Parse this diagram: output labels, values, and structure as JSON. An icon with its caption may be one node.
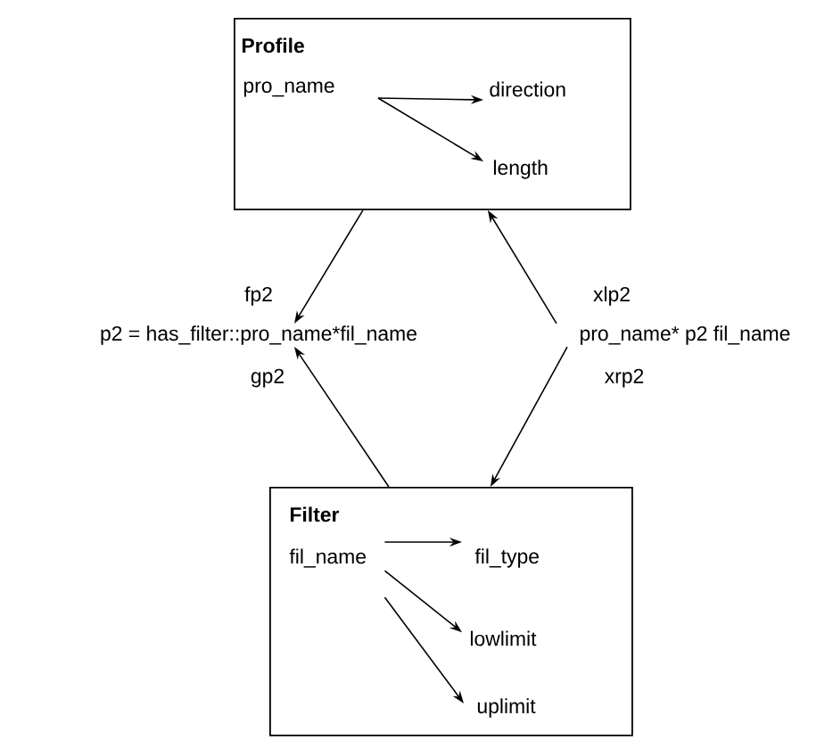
{
  "diagram": {
    "nodes": [
      {
        "text": [
          "Profile"
        ]
      },
      {
        "text": [
          "pro_name"
        ],
        "in": 0
      },
      {
        "text": [
          "direction"
        ],
        "in": 0
      },
      {
        "text": [
          "length"
        ],
        "in": 0
      },
      {
        "text": [
          "p2 = has_filter::pro_name*fil_name"
        ]
      },
      {
        "text": [
          "pro_name* p2 fil_name"
        ]
      },
      {
        "text": [
          "Filter"
        ]
      },
      {
        "text": [
          "fil_name"
        ],
        "in": 6
      },
      {
        "text": [
          "fil_type"
        ],
        "in": 6
      },
      {
        "text": [
          "lowlimit"
        ],
        "in": 6
      },
      {
        "text": [
          "uplimit"
        ],
        "in": 6
      }
    ],
    "edges": [
      {
        "from": 1,
        "to": 2,
        "arrow": "to"
      },
      {
        "from": 1,
        "to": 3,
        "arrow": "to"
      },
      {
        "from": 0,
        "to": 4,
        "arrow": "to",
        "label": "fp2"
      },
      {
        "from": 5,
        "to": 0,
        "arrow": "to",
        "label": "xlp2"
      },
      {
        "from": 6,
        "to": 4,
        "arrow": "to",
        "label": "gp2"
      },
      {
        "from": 5,
        "to": 6,
        "arrow": "to",
        "label": "xrp2"
      },
      {
        "from": 7,
        "to": 8,
        "arrow": "to"
      },
      {
        "from": 7,
        "to": 9,
        "arrow": "to"
      },
      {
        "from": 7,
        "to": 10,
        "arrow": "to"
      }
    ]
  }
}
